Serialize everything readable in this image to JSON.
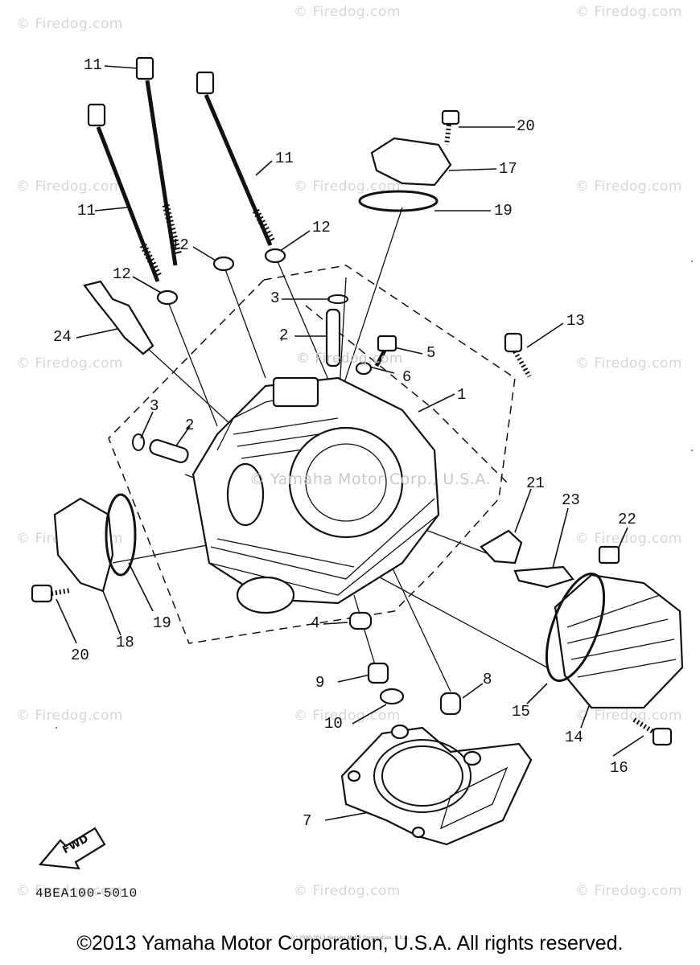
{
  "watermark_text": "© Firedog.com",
  "overlay_text": "© Yamaha Motor Corp., U.S.A.",
  "diagram_code": "4BEA100-5010",
  "fwd_label": "FWD",
  "footer": "©2013 Yamaha Motor Corporation, U.S.A. All rights reserved.",
  "tiny_footer": "(c) 2000-2013 Yamaha Motor Corporation, U.S.A.",
  "callouts": {
    "c1": "1",
    "c2a": "2",
    "c2b": "2",
    "c3a": "3",
    "c3b": "3",
    "c4": "4",
    "c5": "5",
    "c6": "6",
    "c7": "7",
    "c8": "8",
    "c9": "9",
    "c10": "10",
    "c11a": "11",
    "c11b": "11",
    "c11c": "11",
    "c12a": "12",
    "c12b": "12",
    "c12c": "12",
    "c13": "13",
    "c14": "14",
    "c15": "15",
    "c16": "16",
    "c17": "17",
    "c18": "18",
    "c19a": "19",
    "c19b": "19",
    "c20a": "20",
    "c20b": "20",
    "c21": "21",
    "c22": "22",
    "c23": "23",
    "c24": "24"
  }
}
